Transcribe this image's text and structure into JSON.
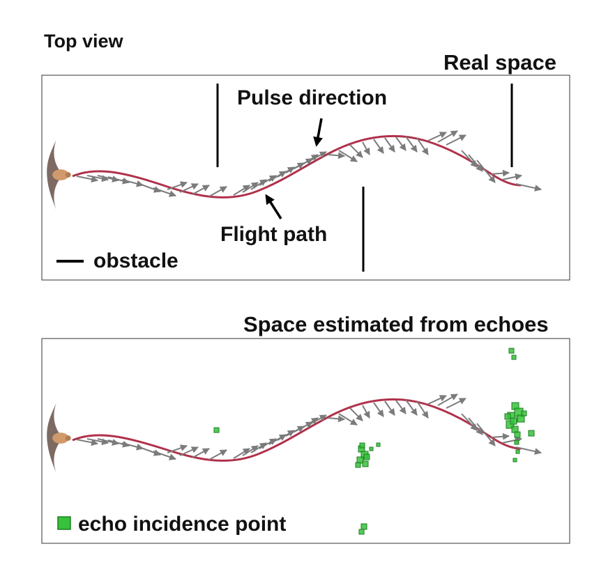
{
  "top_label": "Top view",
  "panel_real": {
    "title": "Real space",
    "annotations": {
      "pulse": "Pulse direction",
      "flight": "Flight path"
    },
    "legend": "obstacle"
  },
  "panel_estimated": {
    "title": "Space estimated from echoes",
    "legend": "echo incidence point"
  },
  "colors": {
    "path": "#b0314a",
    "pulse_arrow": "#7b7b7b",
    "echo_fill": "#37c23b",
    "echo_stroke": "#1c7d22",
    "obstacle": "#000000",
    "bat_wing": "#7d6a62",
    "bat_body": "#d09a6c"
  }
}
